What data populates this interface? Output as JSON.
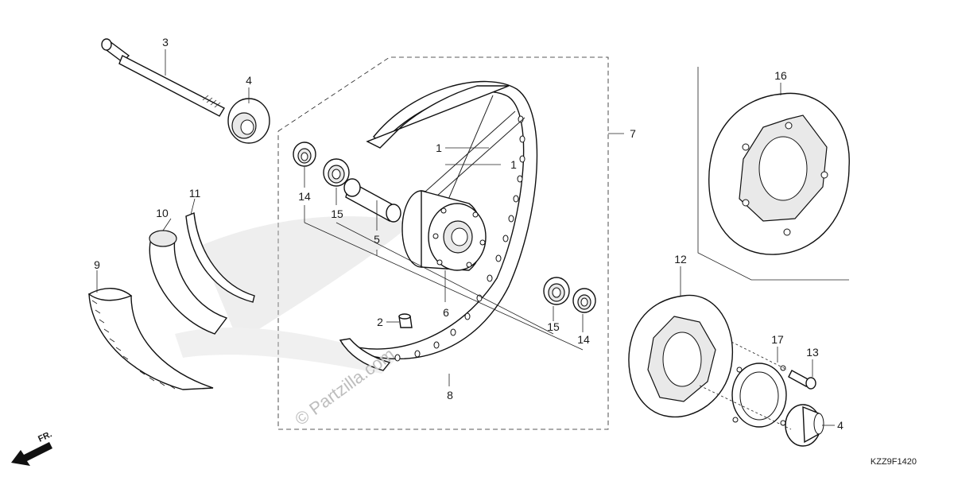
{
  "labels": {
    "c1a": "1",
    "c1b": "1",
    "c2": "2",
    "c3": "3",
    "c4a": "4",
    "c4b": "4",
    "c5": "5",
    "c6": "6",
    "c7": "7",
    "c8": "8",
    "c9": "9",
    "c10": "10",
    "c11": "11",
    "c12": "12",
    "c13": "13",
    "c14a": "14",
    "c14b": "14",
    "c15a": "15",
    "c15b": "15",
    "c16": "16",
    "c17": "17"
  },
  "watermark": "© Partzilla.com",
  "diagram_code": "KZZ9F1420",
  "front_indicator": "FR."
}
